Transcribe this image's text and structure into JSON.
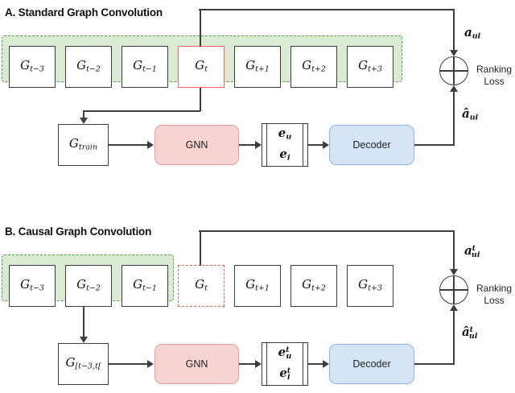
{
  "figure": {
    "type": "diagram",
    "panels": [
      {
        "id": "A",
        "title": "A. Standard Graph Convolution",
        "highlight_color": "#dbead3",
        "highlight_border": "#5aa04a",
        "snapshots": [
          {
            "label_base": "G",
            "sub": "t−3",
            "style": "black",
            "in_band": true
          },
          {
            "label_base": "G",
            "sub": "t−2",
            "style": "black",
            "in_band": true
          },
          {
            "label_base": "G",
            "sub": "t−1",
            "style": "black",
            "in_band": true
          },
          {
            "label_base": "G",
            "sub": "t",
            "style": "red-solid",
            "in_band": true
          },
          {
            "label_base": "G",
            "sub": "t+1",
            "style": "black",
            "in_band": true
          },
          {
            "label_base": "G",
            "sub": "t+2",
            "style": "black",
            "in_band": true
          },
          {
            "label_base": "G",
            "sub": "t+3",
            "style": "black",
            "in_band": true
          }
        ],
        "train_graph": {
          "base": "G",
          "sub": "train"
        },
        "gnn_label": "GNN",
        "embeddings": [
          {
            "base": "e",
            "sub": "u",
            "sup": ""
          },
          {
            "base": "e",
            "sub": "i",
            "sup": ""
          }
        ],
        "decoder_label": "Decoder",
        "target_label": {
          "base": "a",
          "sub": "ui",
          "hat": false
        },
        "prediction_label": {
          "base": "a",
          "sub": "ui",
          "hat": true
        },
        "loss_label_line1": "Ranking",
        "loss_label_line2": "Loss",
        "sum_symbol": "circle-plus"
      },
      {
        "id": "B",
        "title": "B. Causal Graph Convolution",
        "highlight_color": "#dbead3",
        "highlight_border": "#5aa04a",
        "snapshots": [
          {
            "label_base": "G",
            "sub": "t−3",
            "style": "black",
            "in_band": true
          },
          {
            "label_base": "G",
            "sub": "t−2",
            "style": "black",
            "in_band": true
          },
          {
            "label_base": "G",
            "sub": "t−1",
            "style": "black",
            "in_band": true
          },
          {
            "label_base": "G",
            "sub": "t",
            "style": "red-dashed",
            "in_band": false
          },
          {
            "label_base": "G",
            "sub": "t+1",
            "style": "black",
            "in_band": false
          },
          {
            "label_base": "G",
            "sub": "t+2",
            "style": "black",
            "in_band": false
          },
          {
            "label_base": "G",
            "sub": "t+3",
            "style": "black",
            "in_band": false
          }
        ],
        "train_graph": {
          "base": "G",
          "sub": "[t−3,t["
        },
        "gnn_label": "GNN",
        "embeddings": [
          {
            "base": "e",
            "sub": "u",
            "sup": "t"
          },
          {
            "base": "e",
            "sub": "i",
            "sup": "t"
          }
        ],
        "decoder_label": "Decoder",
        "target_label": {
          "base": "a",
          "sub": "ui",
          "sup": "t",
          "hat": false
        },
        "prediction_label": {
          "base": "a",
          "sub": "ui",
          "sup": "t",
          "hat": true
        },
        "loss_label_line1": "Ranking",
        "loss_label_line2": "Loss",
        "sum_symbol": "circle-plus"
      }
    ]
  },
  "panelA": {
    "title": "A. Standard Graph Convolution",
    "g0": "G",
    "g0s": "t−3",
    "g1": "G",
    "g1s": "t−2",
    "g2": "G",
    "g2s": "t−1",
    "g3": "G",
    "g3s": "t",
    "g4": "G",
    "g4s": "t+1",
    "g5": "G",
    "g5s": "t+2",
    "g6": "G",
    "g6s": "t+3",
    "train": "G",
    "trains": "train",
    "gnn": "GNN",
    "eu": "e",
    "eus": "u",
    "ei": "e",
    "eis": "i",
    "decoder": "Decoder",
    "a_base": "a",
    "a_sub": "ui",
    "ahat_base": "â",
    "ahat_sub": "ui",
    "loss1": "Ranking",
    "loss2": "Loss"
  },
  "panelB": {
    "title": "B. Causal Graph Convolution",
    "g0": "G",
    "g0s": "t−3",
    "g1": "G",
    "g1s": "t−2",
    "g2": "G",
    "g2s": "t−1",
    "g3": "G",
    "g3s": "t",
    "g4": "G",
    "g4s": "t+1",
    "g5": "G",
    "g5s": "t+2",
    "g6": "G",
    "g6s": "t+3",
    "train": "G",
    "trains": "[t−3,t[",
    "gnn": "GNN",
    "eu": "e",
    "eus": "u",
    "eusup": "t",
    "ei": "e",
    "eis": "i",
    "eisup": "t",
    "decoder": "Decoder",
    "a_base": "a",
    "a_sub": "ui",
    "a_sup": "t",
    "ahat_base": "â",
    "ahat_sub": "ui",
    "ahat_sup": "t",
    "loss1": "Ranking",
    "loss2": "Loss"
  }
}
